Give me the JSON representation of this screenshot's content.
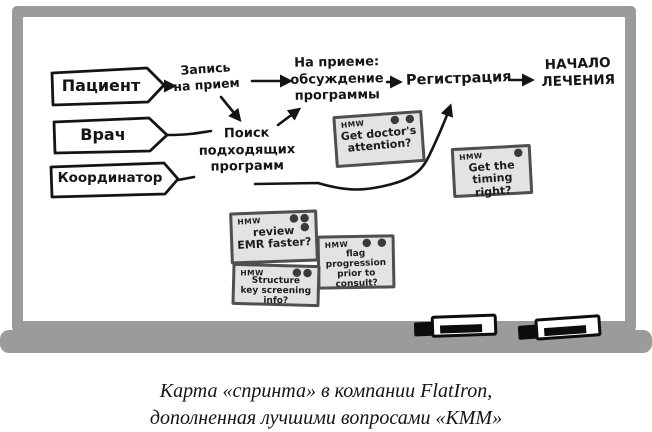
{
  "whiteboard": {
    "actors": [
      {
        "label": "Пациент"
      },
      {
        "label": "Врач"
      },
      {
        "label": "Координатор"
      }
    ],
    "steps": {
      "booking": "Запись\nна прием",
      "search": "Поиск\nподходящих\nпрограмм",
      "visit": "На приеме:\nобсуждение\nпрограммы",
      "registration": "Регистрация",
      "treatment_start": "НАЧАЛО\nЛЕЧЕНИЯ"
    },
    "notes": [
      {
        "tag": "HMW",
        "text": "Get doctor's\nattention?",
        "dots": "● ●"
      },
      {
        "tag": "HMW",
        "text": "Get the\ntiming right?",
        "dots": "●"
      },
      {
        "tag": "HMW",
        "text": "review\nEMR faster?",
        "dots": "●●\n●"
      },
      {
        "tag": "HMW",
        "text": "flag\nprogression\nprior to consult?",
        "dots": "● ●"
      },
      {
        "tag": "HMW",
        "text": "Structure\nkey screening\ninfo?",
        "dots": "●●"
      }
    ]
  },
  "caption": {
    "line1": "Карта «спринта» в компании FlatIron,",
    "line2": "дополненная лучшими вопросами «КММ»"
  },
  "colors": {
    "frame_gray": "#9b9b9b",
    "ink": "#141414",
    "note_bg": "#e3e3e3",
    "note_border": "#4f4f4f",
    "dot": "#3a3a3a"
  }
}
